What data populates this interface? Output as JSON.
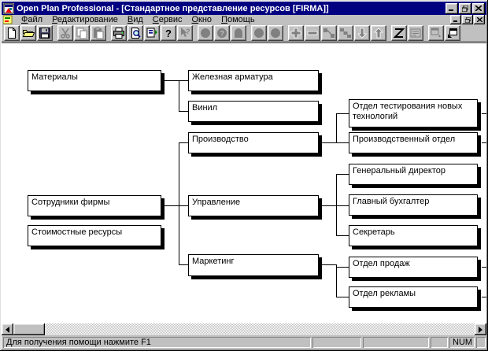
{
  "window": {
    "title": "Open Plan Professional - [Стандартное представление ресурсов [FIRMA]]",
    "controls": [
      "minimize",
      "restore",
      "close"
    ],
    "mdi_controls": [
      "minimize",
      "restore",
      "close"
    ]
  },
  "menu": {
    "items": [
      {
        "label": "Файл"
      },
      {
        "label": "Редактирование"
      },
      {
        "label": "Вид"
      },
      {
        "label": "Сервис"
      },
      {
        "label": "Окно"
      },
      {
        "label": "Помощь"
      }
    ]
  },
  "toolbar": {
    "buttons": [
      {
        "icon": "new-document-icon",
        "enabled": true
      },
      {
        "icon": "open-folder-icon",
        "enabled": true
      },
      {
        "icon": "save-floppy-icon",
        "enabled": true
      },
      {
        "icon": "cut-scissors-icon",
        "enabled": false
      },
      {
        "icon": "copy-icon",
        "enabled": false
      },
      {
        "icon": "paste-clipboard-icon",
        "enabled": false
      },
      {
        "icon": "print-icon",
        "enabled": true
      },
      {
        "icon": "print-preview-icon",
        "enabled": true
      },
      {
        "icon": "update-exchange-icon",
        "enabled": true
      },
      {
        "icon": "help-icon",
        "enabled": true
      },
      {
        "icon": "context-help-icon",
        "enabled": false
      },
      {
        "icon": "resource-circle-icon",
        "enabled": false
      },
      {
        "icon": "resource-circle-info-icon",
        "enabled": false
      },
      {
        "icon": "resource-dome-icon",
        "enabled": false
      },
      {
        "icon": "circle-a-icon",
        "enabled": false
      },
      {
        "icon": "circle-b-icon",
        "enabled": false
      },
      {
        "icon": "add-plus-icon",
        "enabled": false
      },
      {
        "icon": "remove-minus-icon",
        "enabled": false
      },
      {
        "icon": "link-nodes-icon",
        "enabled": false
      },
      {
        "icon": "steps-icon",
        "enabled": false
      },
      {
        "icon": "arrow-down-icon",
        "enabled": false
      },
      {
        "icon": "arrow-up-icon",
        "enabled": false
      },
      {
        "icon": "zigzag-z-icon",
        "enabled": true
      },
      {
        "icon": "sorted-list-icon",
        "enabled": false
      },
      {
        "icon": "window-tile-icon",
        "enabled": false
      },
      {
        "icon": "window-cascade-icon",
        "enabled": true
      }
    ]
  },
  "tree": {
    "nodes": [
      {
        "label": "Материалы"
      },
      {
        "label": "Сотрудники фирмы"
      },
      {
        "label": "Стоимостные ресурсы"
      },
      {
        "label": "Железная арматура"
      },
      {
        "label": "Винил"
      },
      {
        "label": "Производство"
      },
      {
        "label": "Управление"
      },
      {
        "label": "Маркетинг"
      },
      {
        "label": "Отдел тестирования новых технологий"
      },
      {
        "label": "Производственный отдел"
      },
      {
        "label": "Генеральный директор"
      },
      {
        "label": "Главный бухгалтер"
      },
      {
        "label": "Секретарь"
      },
      {
        "label": "Отдел продаж"
      },
      {
        "label": "Отдел рекламы"
      }
    ]
  },
  "statusbar": {
    "help_text": "Для получения помощи нажмите F1",
    "num_indicator": "NUM"
  },
  "colors": {
    "titlebar": "#000080",
    "face": "#c0c0c0",
    "canvas": "#ffffff",
    "node_border": "#000000"
  }
}
